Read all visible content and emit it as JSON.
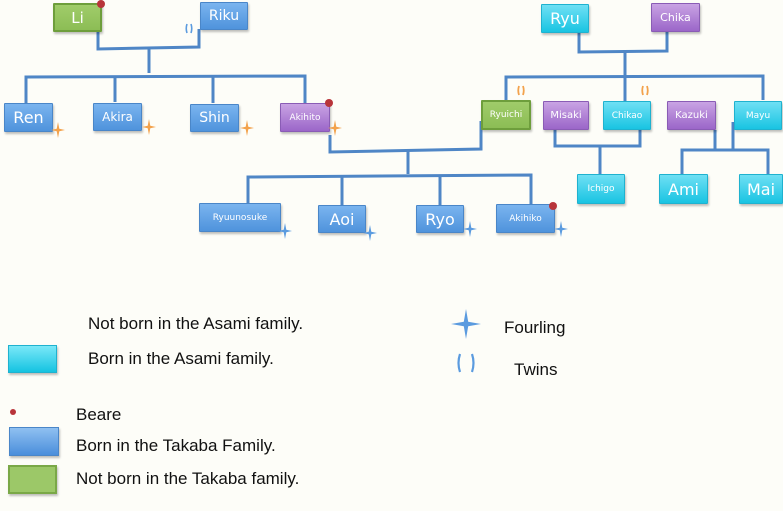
{
  "colors": {
    "line": "#4f86c6",
    "takaba": "#5b9bdf",
    "asami": "#22c8e5",
    "not_asami": "#a575d0",
    "not_takaba": "#92c25c",
    "bear_dot": "#b8343a",
    "fourling_orange": "#f3a24c",
    "fourling_blue": "#5b9bdf",
    "twins_orange": "#f3a24c",
    "twins_blue": "#5b9bdf"
  },
  "people": {
    "li": {
      "name": "Li",
      "category": "not_takaba",
      "bear": true
    },
    "riku": {
      "name": "Riku",
      "category": "takaba",
      "twin": true
    },
    "ren": {
      "name": "Ren",
      "category": "takaba",
      "fourling": true
    },
    "akira": {
      "name": "Akira",
      "category": "takaba",
      "fourling": true
    },
    "shin": {
      "name": "Shin",
      "category": "takaba",
      "fourling": true
    },
    "akihito": {
      "name": "Akihito",
      "category": "not_asami",
      "bear": true,
      "fourling": true
    },
    "ryu": {
      "name": "Ryu",
      "category": "asami"
    },
    "chika": {
      "name": "Chika",
      "category": "not_asami"
    },
    "ryuichi": {
      "name": "Ryuichi",
      "category": "not_takaba",
      "twin": true
    },
    "misaki": {
      "name": "Misaki",
      "category": "not_asami"
    },
    "chikao": {
      "name": "Chikao",
      "category": "asami",
      "twin": true
    },
    "kazuki": {
      "name": "Kazuki",
      "category": "not_asami"
    },
    "mayu": {
      "name": "Mayu",
      "category": "asami"
    },
    "ichigo": {
      "name": "Ichigo",
      "category": "asami"
    },
    "ami": {
      "name": "Ami",
      "category": "asami"
    },
    "mai": {
      "name": "Mai",
      "category": "asami"
    },
    "ryuunosuke": {
      "name": "Ryuunosuke",
      "category": "takaba",
      "fourling": true
    },
    "aoi": {
      "name": "Aoi",
      "category": "takaba",
      "fourling": true
    },
    "ryo": {
      "name": "Ryo",
      "category": "takaba",
      "fourling": true
    },
    "akihiko": {
      "name": "Akihiko",
      "category": "takaba",
      "bear": true,
      "fourling": true
    }
  },
  "unions": [
    {
      "parents": [
        "Li",
        "Riku"
      ],
      "children": [
        "Ren",
        "Akira",
        "Shin",
        "Akihito"
      ]
    },
    {
      "parents": [
        "Ryu",
        "Chika"
      ],
      "children": [
        "Ryuichi",
        "Misaki",
        "Chikao",
        "Kazuki",
        "Mayu"
      ]
    },
    {
      "parents": [
        "Akihito",
        "Ryuichi"
      ],
      "children": [
        "Ryuunosuke",
        "Aoi",
        "Ryo",
        "Akihiko"
      ]
    },
    {
      "parents": [
        "Misaki",
        "Chikao"
      ],
      "children": [
        "Ichigo"
      ]
    },
    {
      "parents": [
        "Kazuki",
        "Mayu"
      ],
      "children": [
        "Ami",
        "Mai"
      ]
    }
  ],
  "legend": {
    "not_asami": "Not born in the Asami family.",
    "asami": "Born in the Asami family.",
    "bear": "Beare",
    "takaba": "Born in the Takaba Family.",
    "not_takaba": "Not born in the Takaba family.",
    "fourling": "Fourling",
    "twins": "Twins"
  }
}
